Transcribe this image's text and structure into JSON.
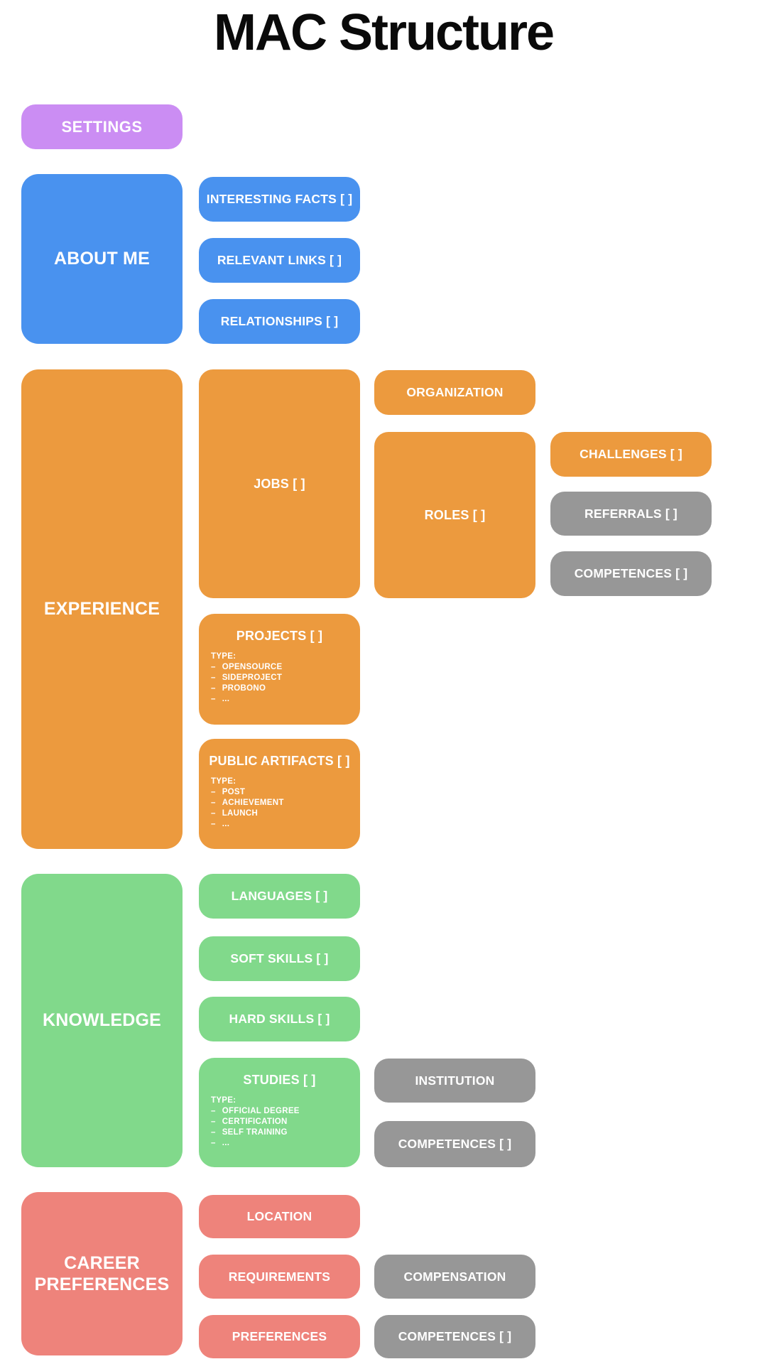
{
  "ui": {
    "dash": "–"
  },
  "title": "MAC Structure",
  "colors": {
    "purple": "#CB8DF3",
    "blue": "#4992EF",
    "orange": "#EC9A3E",
    "green": "#81D98B",
    "salmon": "#EE837B",
    "gray": "#979797",
    "text": "#FFFFFF"
  },
  "nodes": {
    "settings": {
      "label": "SETTINGS"
    },
    "about_me": {
      "label": "ABOUT ME",
      "interesting_facts": "INTERESTING FACTS [ ]",
      "relevant_links": "RELEVANT LINKS [ ]",
      "relationships": "RELATIONSHIPS [ ]"
    },
    "experience": {
      "label": "EXPERIENCE",
      "jobs": "JOBS [ ]",
      "organization": "ORGANIZATION",
      "roles": "ROLES [ ]",
      "challenges": "CHALLENGES [ ]",
      "referrals": "REFERRALS [ ]",
      "competences": "COMPETENCES [ ]",
      "projects": {
        "title": "PROJECTS [ ]",
        "type_label": "TYPE:",
        "types": [
          "OPENSOURCE",
          "SIDEPROJECT",
          "PROBONO",
          "..."
        ]
      },
      "public_artifacts": {
        "title": "PUBLIC ARTIFACTS [ ]",
        "type_label": "TYPE:",
        "types": [
          "POST",
          "ACHIEVEMENT",
          "LAUNCH",
          "..."
        ]
      }
    },
    "knowledge": {
      "label": "KNOWLEDGE",
      "languages": "LANGUAGES [ ]",
      "soft_skills": "SOFT SKILLS [ ]",
      "hard_skills": "HARD SKILLS [ ]",
      "studies": {
        "title": "STUDIES [ ]",
        "type_label": "TYPE:",
        "types": [
          "OFFICIAL DEGREE",
          "CERTIFICATION",
          "SELF TRAINING",
          "..."
        ]
      },
      "institution": "INSTITUTION",
      "competences": "COMPETENCES [ ]"
    },
    "career_preferences": {
      "label": "CAREER PREFERENCES",
      "location": "LOCATION",
      "requirements": "REQUIREMENTS",
      "compensation": "COMPENSATION",
      "preferences": "PREFERENCES",
      "competences": "COMPETENCES [ ]"
    }
  }
}
